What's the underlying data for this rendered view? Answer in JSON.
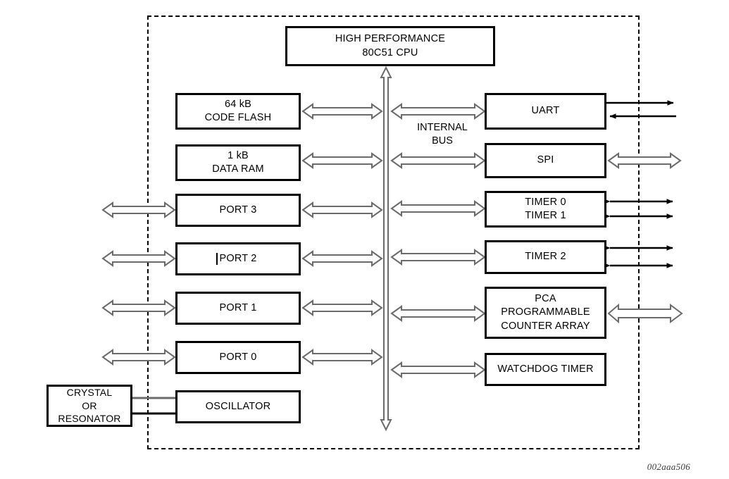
{
  "figure": {
    "id_label": "002aaa506",
    "boundary_name": "chip-boundary-dashed"
  },
  "cpu": {
    "title_line1": "HIGH PERFORMANCE",
    "title_line2": "80C51 CPU"
  },
  "bus": {
    "label_line1": "INTERNAL",
    "label_line2": "BUS"
  },
  "left_blocks": [
    {
      "line1": "64 kB",
      "line2": "CODE FLASH",
      "name": "code-flash-block",
      "external": false
    },
    {
      "line1": "1 kB",
      "line2": "DATA RAM",
      "name": "data-ram-block",
      "external": false
    },
    {
      "line1": "PORT 3",
      "line2": "",
      "name": "port-3-block",
      "external": true
    },
    {
      "line1": "PORT 2",
      "line2": "",
      "name": "port-2-block",
      "external": true
    },
    {
      "line1": "PORT 1",
      "line2": "",
      "name": "port-1-block",
      "external": true
    },
    {
      "line1": "PORT 0",
      "line2": "",
      "name": "port-0-block",
      "external": true
    }
  ],
  "right_blocks": [
    {
      "line1": "UART",
      "line2": "",
      "line3": "",
      "name": "uart-block"
    },
    {
      "line1": "SPI",
      "line2": "",
      "line3": "",
      "name": "spi-block"
    },
    {
      "line1": "TIMER 0",
      "line2": "TIMER 1",
      "line3": "",
      "name": "timer-0-1-block"
    },
    {
      "line1": "TIMER 2",
      "line2": "",
      "line3": "",
      "name": "timer-2-block"
    },
    {
      "line1": "PCA",
      "line2": "PROGRAMMABLE",
      "line3": "COUNTER ARRAY",
      "name": "pca-block"
    },
    {
      "line1": "WATCHDOG TIMER",
      "line2": "",
      "line3": "",
      "name": "watchdog-timer-block"
    }
  ],
  "clock": {
    "crystal_line1": "CRYSTAL",
    "crystal_line2": "OR",
    "crystal_line3": "RESONATOR",
    "oscillator_label": "OSCILLATOR"
  },
  "colors": {
    "outline": "#000000",
    "background": "#ffffff",
    "hollow_arrow_stroke": "#6b6b6b",
    "solid_arrow": "#000000",
    "figure_id": "#3a3a3a"
  },
  "chart_data": {
    "type": "diagram",
    "title": "80C51 microcontroller block diagram",
    "nodes": [
      "HIGH PERFORMANCE 80C51 CPU",
      "64 kB CODE FLASH",
      "1 kB DATA RAM",
      "PORT 3",
      "PORT 2",
      "PORT 1",
      "PORT 0",
      "CRYSTAL OR RESONATOR",
      "OSCILLATOR",
      "INTERNAL BUS",
      "UART",
      "SPI",
      "TIMER 0 TIMER 1",
      "TIMER 2",
      "PCA PROGRAMMABLE COUNTER ARRAY",
      "WATCHDOG TIMER"
    ],
    "edges": [
      {
        "from": "HIGH PERFORMANCE 80C51 CPU",
        "to": "INTERNAL BUS",
        "style": "hollow-bidirectional"
      },
      {
        "from": "64 kB CODE FLASH",
        "to": "INTERNAL BUS",
        "style": "hollow-bidirectional"
      },
      {
        "from": "1 kB DATA RAM",
        "to": "INTERNAL BUS",
        "style": "hollow-bidirectional"
      },
      {
        "from": "PORT 3",
        "to": "INTERNAL BUS",
        "style": "hollow-bidirectional"
      },
      {
        "from": "PORT 2",
        "to": "INTERNAL BUS",
        "style": "hollow-bidirectional"
      },
      {
        "from": "PORT 1",
        "to": "INTERNAL BUS",
        "style": "hollow-bidirectional"
      },
      {
        "from": "PORT 0",
        "to": "INTERNAL BUS",
        "style": "hollow-bidirectional"
      },
      {
        "from": "PORT 3",
        "to": "external pins",
        "style": "hollow-bidirectional"
      },
      {
        "from": "PORT 2",
        "to": "external pins",
        "style": "hollow-bidirectional"
      },
      {
        "from": "PORT 1",
        "to": "external pins",
        "style": "hollow-bidirectional"
      },
      {
        "from": "PORT 0",
        "to": "external pins",
        "style": "hollow-bidirectional"
      },
      {
        "from": "CRYSTAL OR RESONATOR",
        "to": "OSCILLATOR",
        "style": "two-plain-lines"
      },
      {
        "from": "INTERNAL BUS",
        "to": "UART",
        "style": "hollow-bidirectional"
      },
      {
        "from": "INTERNAL BUS",
        "to": "SPI",
        "style": "hollow-bidirectional"
      },
      {
        "from": "INTERNAL BUS",
        "to": "TIMER 0 TIMER 1",
        "style": "hollow-bidirectional"
      },
      {
        "from": "INTERNAL BUS",
        "to": "TIMER 2",
        "style": "hollow-bidirectional"
      },
      {
        "from": "INTERNAL BUS",
        "to": "PCA PROGRAMMABLE COUNTER ARRAY",
        "style": "hollow-bidirectional"
      },
      {
        "from": "INTERNAL BUS",
        "to": "WATCHDOG TIMER",
        "style": "hollow-bidirectional"
      },
      {
        "from": "UART",
        "to": "external pins",
        "style": "two-solid-arrows-out-in"
      },
      {
        "from": "SPI",
        "to": "external pins",
        "style": "hollow-bidirectional"
      },
      {
        "from": "TIMER 0 TIMER 1",
        "to": "external pins",
        "style": "two-solid-double-arrows"
      },
      {
        "from": "TIMER 2",
        "to": "external pins",
        "style": "two-solid-double-arrows"
      },
      {
        "from": "PCA PROGRAMMABLE COUNTER ARRAY",
        "to": "external pins",
        "style": "hollow-bidirectional"
      }
    ]
  }
}
